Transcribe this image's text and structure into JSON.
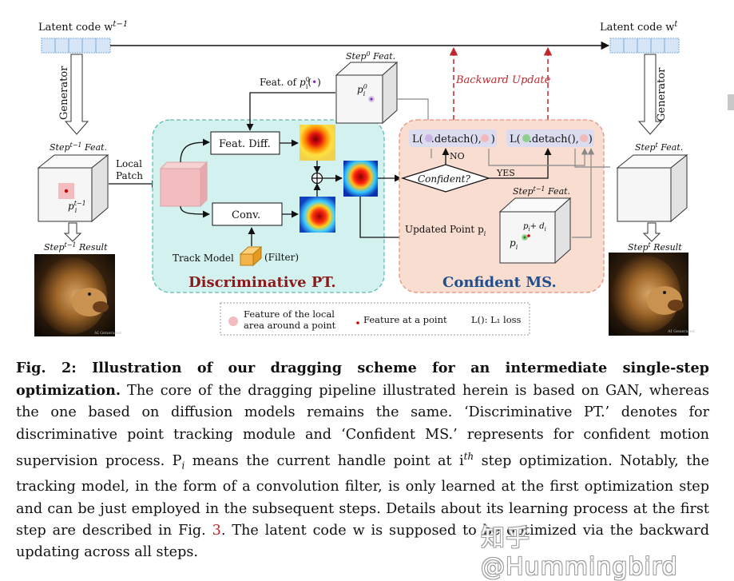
{
  "figure": {
    "latent_left": "Latent code w",
    "latent_left_sup": "t−1",
    "latent_right": "Latent code w",
    "latent_right_sup": "t",
    "generator_left": "Generator",
    "generator_right": "Generator",
    "feat_left": "Step",
    "feat_left_sup": "t−1",
    "feat_left_tail": " Feat.",
    "feat_right": "Step",
    "feat_right_sup": "t",
    "feat_right_tail": " Feat.",
    "result_left": "Step",
    "result_left_sup": "t−1",
    "result_left_tail": " Result",
    "result_right": "Step",
    "result_right_sup": "t",
    "result_right_tail": " Result",
    "p_left": "p",
    "p_left_sup": "t−1",
    "p_left_sub": "i",
    "local_patch_1": "Local",
    "local_patch_2": "Patch",
    "step0_feat": "Step",
    "step0_sup": "0",
    "step0_tail": " Feat.",
    "p0": "p",
    "p0_sup": "0",
    "p0_sub": "i",
    "feat_of": "Feat. of",
    "feat_of_p": "p",
    "feat_of_sup": "0",
    "feat_of_sub": "i",
    "feat_diff": "Feat. Diff.",
    "conv": "Conv.",
    "track_model": "Track Model",
    "filter": "(Filter)",
    "discriminative_pt": "Discriminative PT.",
    "backward_update": "Backward Update",
    "l1_left": "L(",
    "l1_left_mid": ".detach(),",
    "l1_left_end": ")",
    "l1_right": "L(",
    "l1_right_mid": ".detach(),",
    "l1_right_end": ")",
    "no": "NO",
    "yes": "YES",
    "confident_q": "Confident?",
    "steptm1_feat": "Step",
    "steptm1_sup": "t−1",
    "steptm1_tail": " Feat.",
    "pi_di": "p",
    "pi_di_sub": "i",
    "pi_di_tail": "+ d",
    "pi_di_sub2": "i",
    "pi": "p",
    "pi_sub": "i",
    "updated_point": "Updated Point p",
    "updated_point_sub": "i",
    "confident_ms": "Confident MS.",
    "legend_local_1": "Feature of the local",
    "legend_local_2": "area around a point",
    "legend_point": "Feature at a point",
    "legend_loss": "L(): L₁ loss",
    "lion_watermark": "AI Generated",
    "colors": {
      "pt_fill": "#d3f1ee",
      "pt_border": "#55bfb4",
      "ms_fill": "#f9ddd0",
      "ms_border": "#e5937a",
      "pt_title": "#8b1a1a",
      "ms_title": "#1f4f8e",
      "latent_fill": "#d6e6f6",
      "latent_border": "#7aa9d9",
      "backward": "#c0272d",
      "patch": "#f3bcbe",
      "cube_face": "#f6f6f6",
      "l_box": "#dcdcf0",
      "ms_arrow": "#888888"
    }
  },
  "caption": {
    "lead": "Fig. 2: Illustration of our dragging scheme for an intermediate single-step optimization.",
    "body": " The core of the dragging pipeline illustrated herein is based on GAN, whereas the one based on diffusion models remains the same. ‘Discriminative PT.’ denotes for discriminative point tracking module and ‘Confident MS.’ represents for confident motion supervision process. P",
    "body_sub": "i",
    "body2": " means the current handle point at i",
    "body2_sup": "th",
    "body3": " step optimization. Notably, the tracking model, in the form of a convolution filter, is only learned at the first optimization step and can be just employed in the subsequent steps. Details about its learning process at the first step are described in Fig. ",
    "fig_ref": "3",
    "body4": ". The latent code w is supposed to be optimized via the backward updating across all steps."
  },
  "watermark": "知乎 @Hummingbird"
}
